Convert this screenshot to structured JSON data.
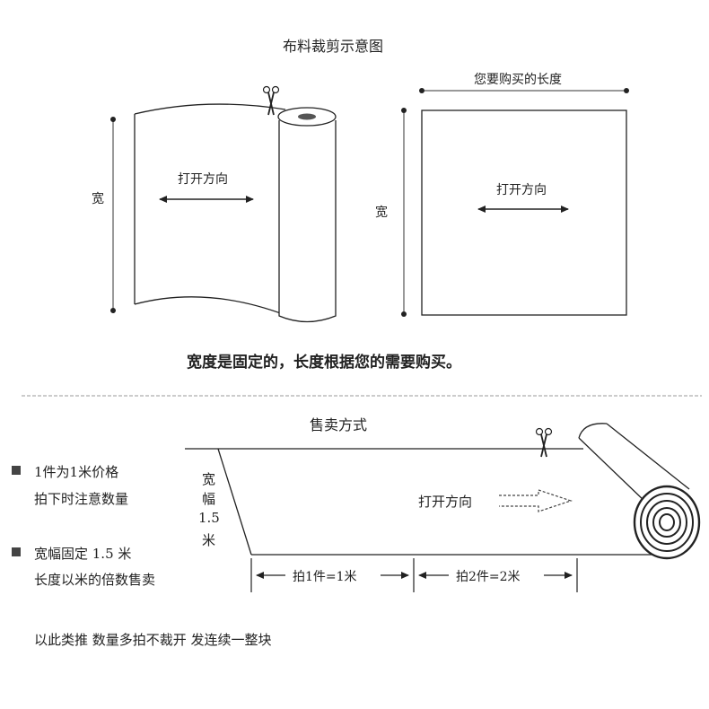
{
  "top": {
    "title": "布料裁剪示意图",
    "left_width_label": "宽",
    "left_direction_label": "打开方向",
    "right_length_label": "您要购买的长度",
    "right_width_label": "宽",
    "right_direction_label": "打开方向",
    "caption": "宽度是固定的，长度根据您的需要购买。"
  },
  "bottom": {
    "title": "售卖方式",
    "notes": [
      {
        "line1": "1件为1米价格",
        "line2": "拍下时注意数量"
      },
      {
        "line1": "宽幅固定 1.5 米",
        "line2": "长度以米的倍数售卖"
      }
    ],
    "width_label": [
      "宽",
      "幅",
      "1.5",
      "米"
    ],
    "direction_label": "打开方向",
    "segment1": "拍1件=1米",
    "segment2": "拍2件=2米",
    "footer": "以此类推  数量多拍不裁开  发连续一整块"
  }
}
